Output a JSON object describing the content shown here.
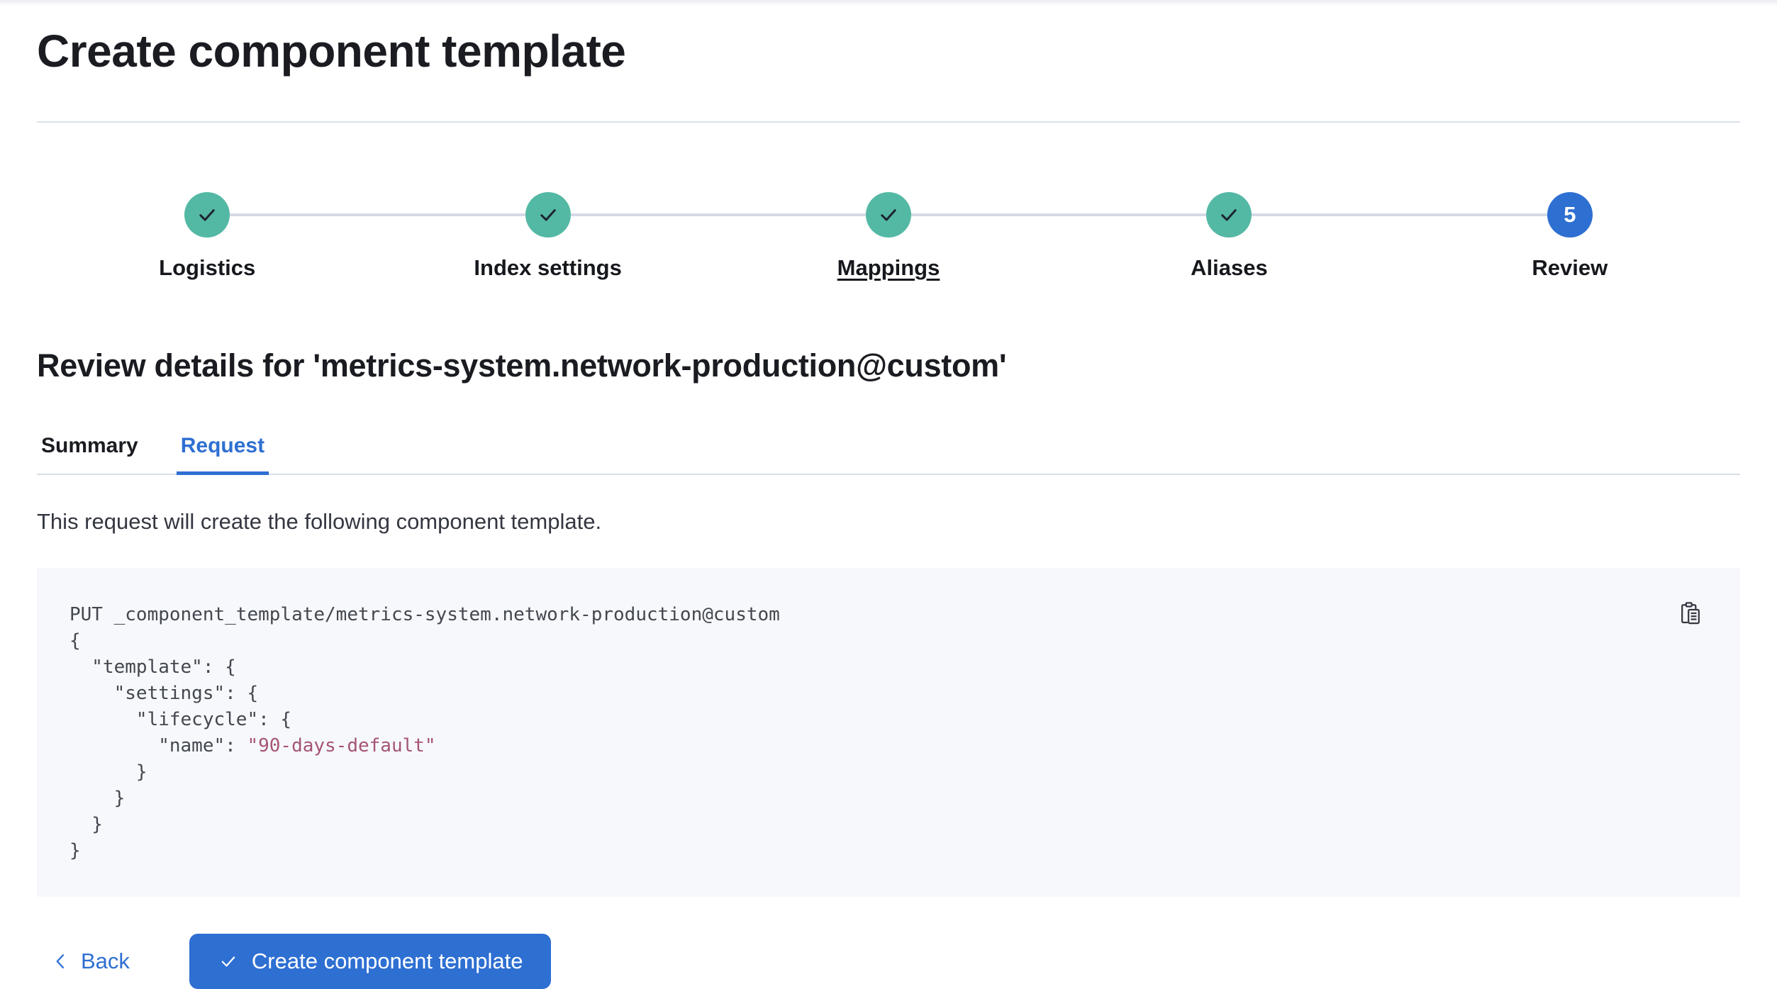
{
  "page": {
    "title": "Create component template"
  },
  "steps": {
    "items": [
      {
        "label": "Logistics",
        "status": "complete"
      },
      {
        "label": "Index settings",
        "status": "complete"
      },
      {
        "label": "Mappings",
        "status": "complete",
        "underlined": true
      },
      {
        "label": "Aliases",
        "status": "complete"
      },
      {
        "label": "Review",
        "status": "current",
        "number": "5"
      }
    ]
  },
  "review": {
    "heading": "Review details for 'metrics-system.network-production@custom'",
    "tabs": [
      {
        "label": "Summary",
        "active": false
      },
      {
        "label": "Request",
        "active": true
      }
    ],
    "description": "This request will create the following component template."
  },
  "code_block": {
    "request_line": "PUT _component_template/metrics-system.network-production@custom",
    "lines_before": [
      "{",
      "  \"template\": {",
      "    \"settings\": {",
      "      \"lifecycle\": {"
    ],
    "name_line_prefix": "        \"name\": ",
    "name_line_value": "\"90-days-default\"",
    "lines_after": [
      "      }",
      "    }",
      "  }",
      "}"
    ]
  },
  "footer": {
    "back_label": "Back",
    "create_label": "Create component template"
  },
  "icons": {
    "step_complete": "check-icon",
    "copy": "copy-clipboard-icon",
    "back": "chevron-left-icon",
    "create": "check-icon"
  },
  "colors": {
    "primary_blue": "#2e6fd2",
    "success_teal": "#54b9a4",
    "code_string": "#a65476",
    "panel_background": "#f6f8fb",
    "divider": "#dce0ea"
  }
}
